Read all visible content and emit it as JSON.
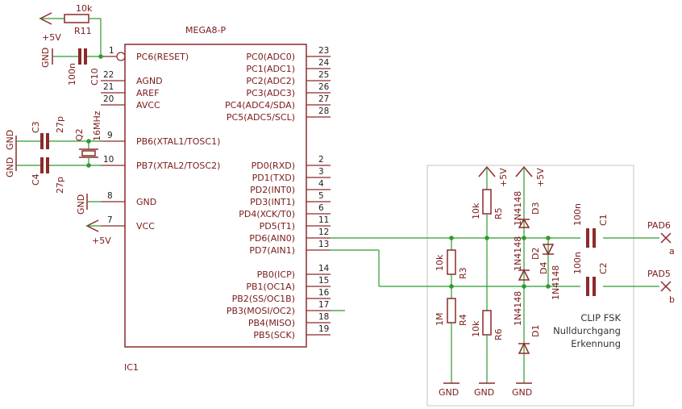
{
  "ic": {
    "name": "MEGA8-P",
    "ref": "IC1",
    "left_pins": [
      {
        "num": "1",
        "name": "PC6(RESET)"
      },
      {
        "num": "22",
        "name": "AGND"
      },
      {
        "num": "21",
        "name": "AREF"
      },
      {
        "num": "20",
        "name": "AVCC"
      },
      {
        "num": "9",
        "name": "PB6(XTAL1/TOSC1)"
      },
      {
        "num": "10",
        "name": "PB7(XTAL2/TOSC2)"
      },
      {
        "num": "8",
        "name": "GND"
      },
      {
        "num": "7",
        "name": "VCC"
      }
    ],
    "right_pins": [
      {
        "num": "23",
        "name": "PC0(ADC0)"
      },
      {
        "num": "24",
        "name": "PC1(ADC1)"
      },
      {
        "num": "25",
        "name": "PC2(ADC2)"
      },
      {
        "num": "26",
        "name": "PC3(ADC3)"
      },
      {
        "num": "27",
        "name": "PC4(ADC4/SDA)"
      },
      {
        "num": "28",
        "name": "PC5(ADC5/SCL)"
      },
      {
        "num": "2",
        "name": "PD0(RXD)"
      },
      {
        "num": "3",
        "name": "PD1(TXD)"
      },
      {
        "num": "4",
        "name": "PD2(INT0)"
      },
      {
        "num": "5",
        "name": "PD3(INT1)"
      },
      {
        "num": "6",
        "name": "PD4(XCK/T0)"
      },
      {
        "num": "11",
        "name": "PD5(T1)"
      },
      {
        "num": "12",
        "name": "PD6(AIN0)"
      },
      {
        "num": "13",
        "name": "PD7(AIN1)"
      },
      {
        "num": "14",
        "name": "PB0(ICP)"
      },
      {
        "num": "15",
        "name": "PB1(OC1A)"
      },
      {
        "num": "16",
        "name": "PB2(SS/OC1B)"
      },
      {
        "num": "17",
        "name": "PB3(MOSI/OC2)"
      },
      {
        "num": "18",
        "name": "PB4(MISO)"
      },
      {
        "num": "19",
        "name": "PB5(SCK)"
      }
    ]
  },
  "parts": {
    "r11": {
      "ref": "R11",
      "value": "10k"
    },
    "c10": {
      "ref": "C10",
      "value": "100n"
    },
    "c3": {
      "ref": "C3",
      "value": "27p"
    },
    "c4": {
      "ref": "C4",
      "value": "27p"
    },
    "q2": {
      "ref": "Q2",
      "value": "16MHz"
    },
    "r5": {
      "ref": "R5",
      "value": "10k"
    },
    "r3": {
      "ref": "R3",
      "value": "10k"
    },
    "r4": {
      "ref": "R4",
      "value": "1M"
    },
    "r6": {
      "ref": "R6",
      "value": "10k"
    },
    "d1": {
      "ref": "D1",
      "value": "1N4148"
    },
    "d2": {
      "ref": "D2",
      "value": "1N4148"
    },
    "d3": {
      "ref": "D3",
      "value": "1N4148"
    },
    "d4": {
      "ref": "D4",
      "value": "1N4148"
    },
    "c1": {
      "ref": "C1",
      "value": "100n"
    },
    "c2": {
      "ref": "C2",
      "value": "100n"
    }
  },
  "supply": {
    "vcc": "+5V",
    "gnd": "GND"
  },
  "pads": {
    "pad6": {
      "name": "PAD6",
      "signal": "a"
    },
    "pad5": {
      "name": "PAD5",
      "signal": "b"
    }
  },
  "block_label": [
    "CLIP FSK",
    "Nulldurchgang",
    "Erkennung"
  ]
}
